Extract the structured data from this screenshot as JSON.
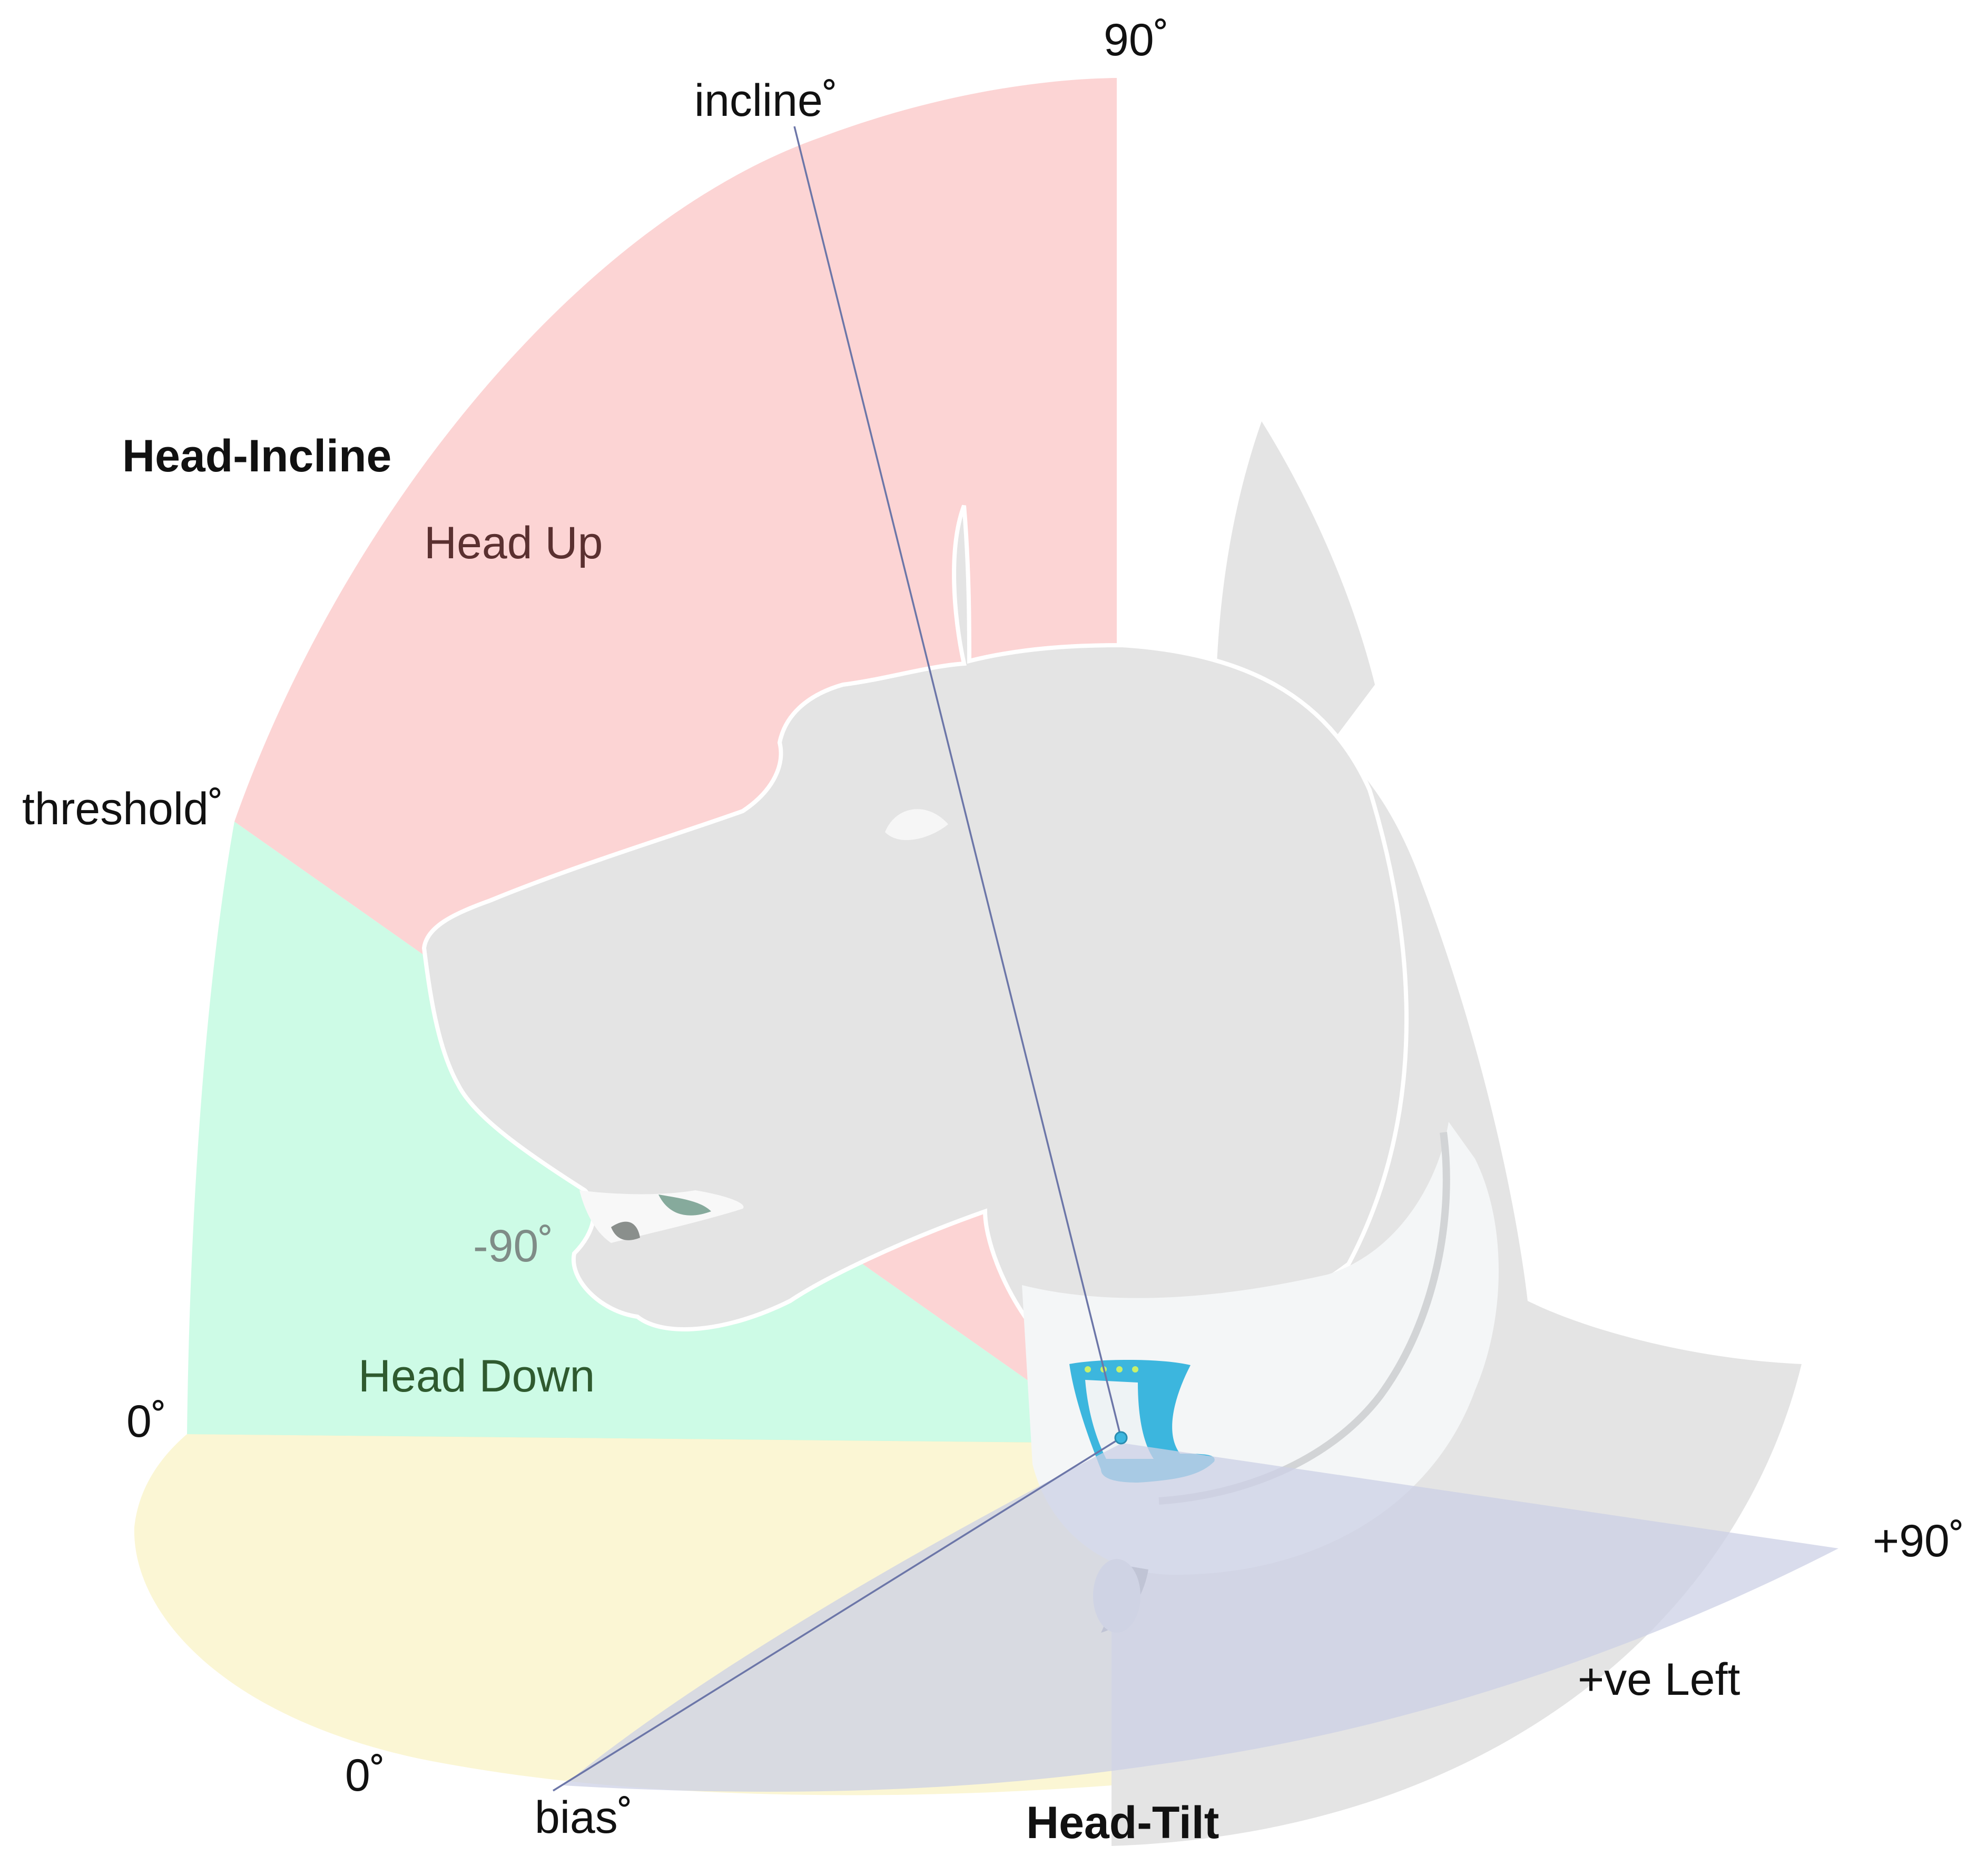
{
  "diagram": {
    "head_incline": {
      "title": "Head-Incline",
      "zone_up": "Head Up",
      "zone_down": "Head Down",
      "angle_90": "90˚",
      "angle_incline": "incline˚",
      "angle_threshold": "threshold˚",
      "angle_zero": "0˚",
      "angle_neg90": "-90˚"
    },
    "head_tilt": {
      "title": "Head-Tilt",
      "angle_zero": "0˚",
      "angle_bias": "bias˚",
      "angle_pos90": "+90˚",
      "direction": "+ve Left"
    },
    "colors": {
      "head_up_zone": "#fcd4d4",
      "head_down_zone": "#cdfbe6",
      "neutral_zone": "#fbf6d4",
      "tilt_zone": "#d9dcea",
      "dog": "#e4e4e4",
      "collar_device": "#3cb6de",
      "indicator_line": "#6c76a8"
    }
  }
}
